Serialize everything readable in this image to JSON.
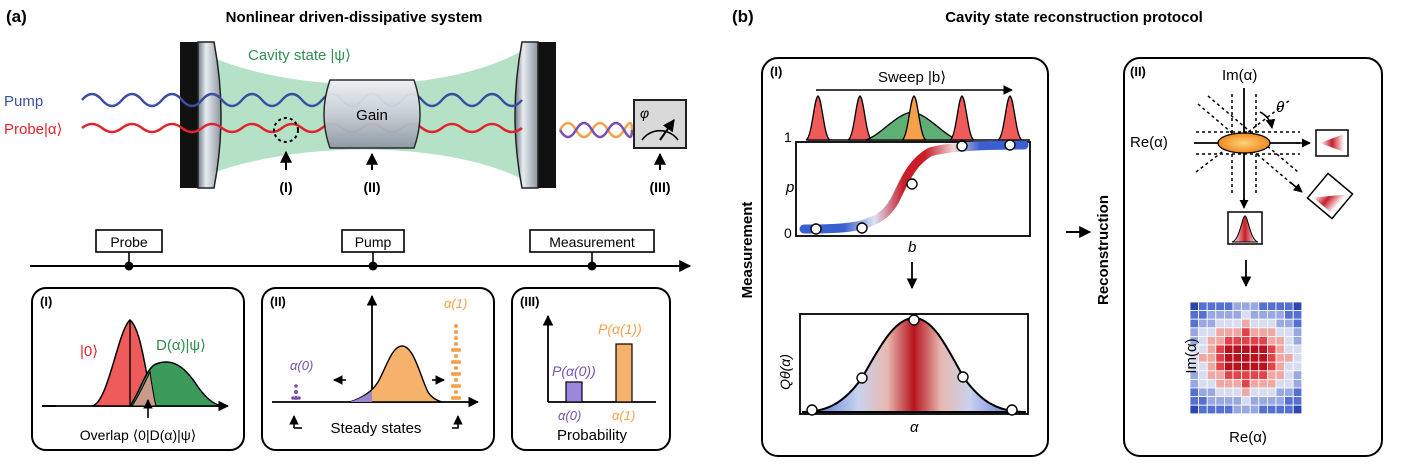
{
  "panel_a": {
    "label": "(a)",
    "title": "Nonlinear driven-dissipative system",
    "cavity_state": "Cavity state |ψ⟩",
    "pump": "Pump",
    "probe": "Probe|α⟩",
    "gain": "Gain",
    "detector_phi": "φ",
    "marker_1": "(I)",
    "marker_2": "(II)",
    "marker_3": "(III)",
    "timeline": {
      "probe": "Probe",
      "pump": "Pump",
      "measurement": "Measurement"
    },
    "box1": {
      "label": "(I)",
      "ket0": "|0⟩",
      "displaced": "D(α)|ψ⟩",
      "overlap": "Overlap ⟨0|D(α)|ψ⟩"
    },
    "box2": {
      "label": "(II)",
      "alpha0": "α(0)",
      "alpha1": "α(1)",
      "steady": "Steady states"
    },
    "box3": {
      "label": "(III)",
      "p0": "P(α(0))",
      "p1": "P(α(1))",
      "alpha0": "α(0)",
      "alpha1": "α(1)",
      "probability": "Probability"
    }
  },
  "panel_b": {
    "label": "(b)",
    "title": "Cavity state reconstruction protocol",
    "measurement": "Measurement",
    "reconstruction": "Reconstruction",
    "box1": {
      "label": "(I)",
      "sweep": "Sweep |b⟩",
      "ytop": "1",
      "ybottom": "0",
      "ylabel": "p",
      "xlabel": "b",
      "q_ylabel": "Qθ(α)",
      "q_xlabel": "α"
    },
    "box2": {
      "label": "(II)",
      "im": "Im(α)",
      "re": "Re(α)",
      "theta": "θ",
      "grid_ylabel": "Im(α)",
      "grid_xlabel": "Re(α)"
    }
  },
  "colors": {
    "pump": "#3a4fa0",
    "probe": "#e0242a",
    "cavity_green": "#9fd9b4",
    "orange": "#f5a04a",
    "purple": "#7a4fb0",
    "green": "#3c9a5a",
    "red": "#e8454a"
  }
}
